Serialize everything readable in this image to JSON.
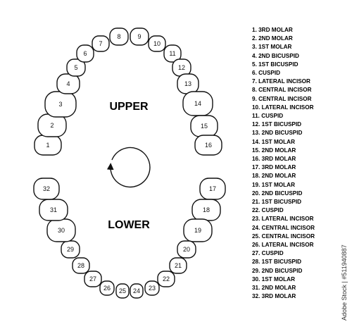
{
  "labels": {
    "upper": "UPPER",
    "lower": "LOWER"
  },
  "teeth": [
    {
      "number": "1",
      "name": "3RD MOLAR"
    },
    {
      "number": "2",
      "name": "2ND MOLAR"
    },
    {
      "number": "3",
      "name": "1ST MOLAR"
    },
    {
      "number": "4",
      "name": "2ND BICUSPID"
    },
    {
      "number": "5",
      "name": "1ST BICUSPID"
    },
    {
      "number": "6",
      "name": "CUSPID"
    },
    {
      "number": "7",
      "name": "LATERAL INCISOR"
    },
    {
      "number": "8",
      "name": "CENTRAL INCISOR"
    },
    {
      "number": "9",
      "name": "CENTRAL INCISOR"
    },
    {
      "number": "10",
      "name": "LATERAL INCISOR"
    },
    {
      "number": "11",
      "name": "CUSPID"
    },
    {
      "number": "12",
      "name": "1ST BICUSPID"
    },
    {
      "number": "13",
      "name": "2ND BICUSPID"
    },
    {
      "number": "14",
      "name": "1ST MOLAR"
    },
    {
      "number": "15",
      "name": "2ND MOLAR"
    },
    {
      "number": "16",
      "name": "3RD MOLAR"
    },
    {
      "number": "17",
      "name": "3RD MOLAR"
    },
    {
      "number": "18",
      "name": "2ND MOLAR"
    },
    {
      "number": "19",
      "name": "1ST MOLAR"
    },
    {
      "number": "20",
      "name": "2ND BICUSPID"
    },
    {
      "number": "21",
      "name": "1ST BICUSPID"
    },
    {
      "number": "22",
      "name": "CUSPID"
    },
    {
      "number": "23",
      "name": "LATERAL INCISOR"
    },
    {
      "number": "24",
      "name": "CENTRAL INCISOR"
    },
    {
      "number": "25",
      "name": "CENTRAL INCISOR"
    },
    {
      "number": "26",
      "name": "LATERAL INCISOR"
    },
    {
      "number": "27",
      "name": "CUSPID"
    },
    {
      "number": "28",
      "name": "1ST BICUSPID"
    },
    {
      "number": "29",
      "name": "2ND BICUSPID"
    },
    {
      "number": "30",
      "name": "1ST MOLAR"
    },
    {
      "number": "31",
      "name": "2ND MOLAR"
    },
    {
      "number": "32",
      "name": "3RD MOLAR"
    }
  ],
  "side_credit": "Adobe Stock | #511940887",
  "colors": {
    "stroke": "#111111",
    "fill": "#ffffff",
    "text": "#000000"
  }
}
